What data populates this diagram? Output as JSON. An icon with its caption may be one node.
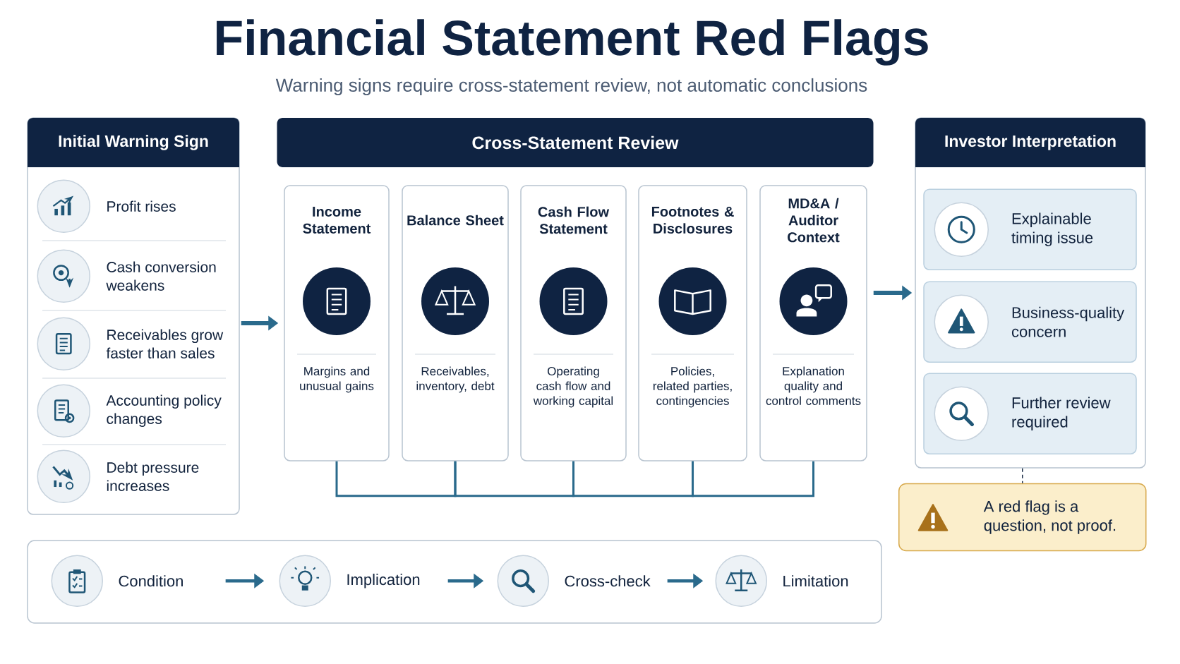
{
  "diagram": {
    "title": "Financial Statement Red Flags",
    "nodes": [
      {
        "text": [
          "Initial Warning Sign"
        ]
      },
      {
        "text": [
          "Profit rises"
        ],
        "in": 0
      },
      {
        "text": [
          "Cash conversion weakens"
        ],
        "in": 0
      },
      {
        "text": [
          "Receivables grow faster than sales"
        ],
        "in": 0
      },
      {
        "text": [
          "Accounting policy changes"
        ],
        "in": 0
      },
      {
        "text": [
          "Debt pressure increases"
        ],
        "in": 0
      },
      {
        "text": [
          "Cross-Statement Review"
        ]
      },
      {
        "text": [
          "Income Statement",
          "Margins and unusual gains"
        ]
      },
      {
        "text": [
          "Balance Sheet",
          "Receivables, inventory, debt"
        ]
      },
      {
        "text": [
          "Cash Flow Statement",
          "Operating cash flow and working capital"
        ]
      },
      {
        "text": [
          "Footnotes & Disclosures",
          "Policies, related parties, contingencies"
        ]
      },
      {
        "text": [
          "MD&A / Auditor Context",
          "Explanation quality and control comments"
        ]
      },
      {
        "text": [
          "Investor Interpretation"
        ]
      },
      {
        "text": [
          "Explainable timing issue"
        ],
        "in": 12
      },
      {
        "text": [
          "Business-quality concern"
        ],
        "in": 12
      },
      {
        "text": [
          "Further review required"
        ],
        "in": 12
      },
      {
        "text": [
          "A red flag is a question, not proof."
        ]
      },
      {
        "text": [],
        "shape": "box"
      },
      {
        "text": [
          "Condition"
        ],
        "in": 17
      },
      {
        "text": [
          "Implication"
        ],
        "in": 17
      },
      {
        "text": [
          "Cross-check"
        ],
        "in": 17
      },
      {
        "text": [
          "Limitation"
        ],
        "in": 17
      }
    ],
    "edges": [
      {
        "from": 0,
        "to": 7,
        "arrow": "to",
        "style": "thick"
      },
      {
        "from": 11,
        "to": 12,
        "arrow": "to",
        "style": "thick"
      },
      {
        "from": 7,
        "to": 8,
        "arrow": "none"
      },
      {
        "from": 8,
        "to": 9,
        "arrow": "none"
      },
      {
        "from": 9,
        "to": 10,
        "arrow": "none"
      },
      {
        "from": 10,
        "to": 11,
        "arrow": "none"
      },
      {
        "from": 18,
        "to": 19,
        "arrow": "to"
      },
      {
        "from": 19,
        "to": 20,
        "arrow": "to"
      },
      {
        "from": 20,
        "to": 21,
        "arrow": "to"
      },
      {
        "from": 12,
        "to": 16,
        "arrow": "none",
        "style": "dashed",
        "color": "#1d2f48"
      }
    ],
    "labels": [
      "Warning signs require cross-statement review, not automatic conclusions"
    ]
  }
}
